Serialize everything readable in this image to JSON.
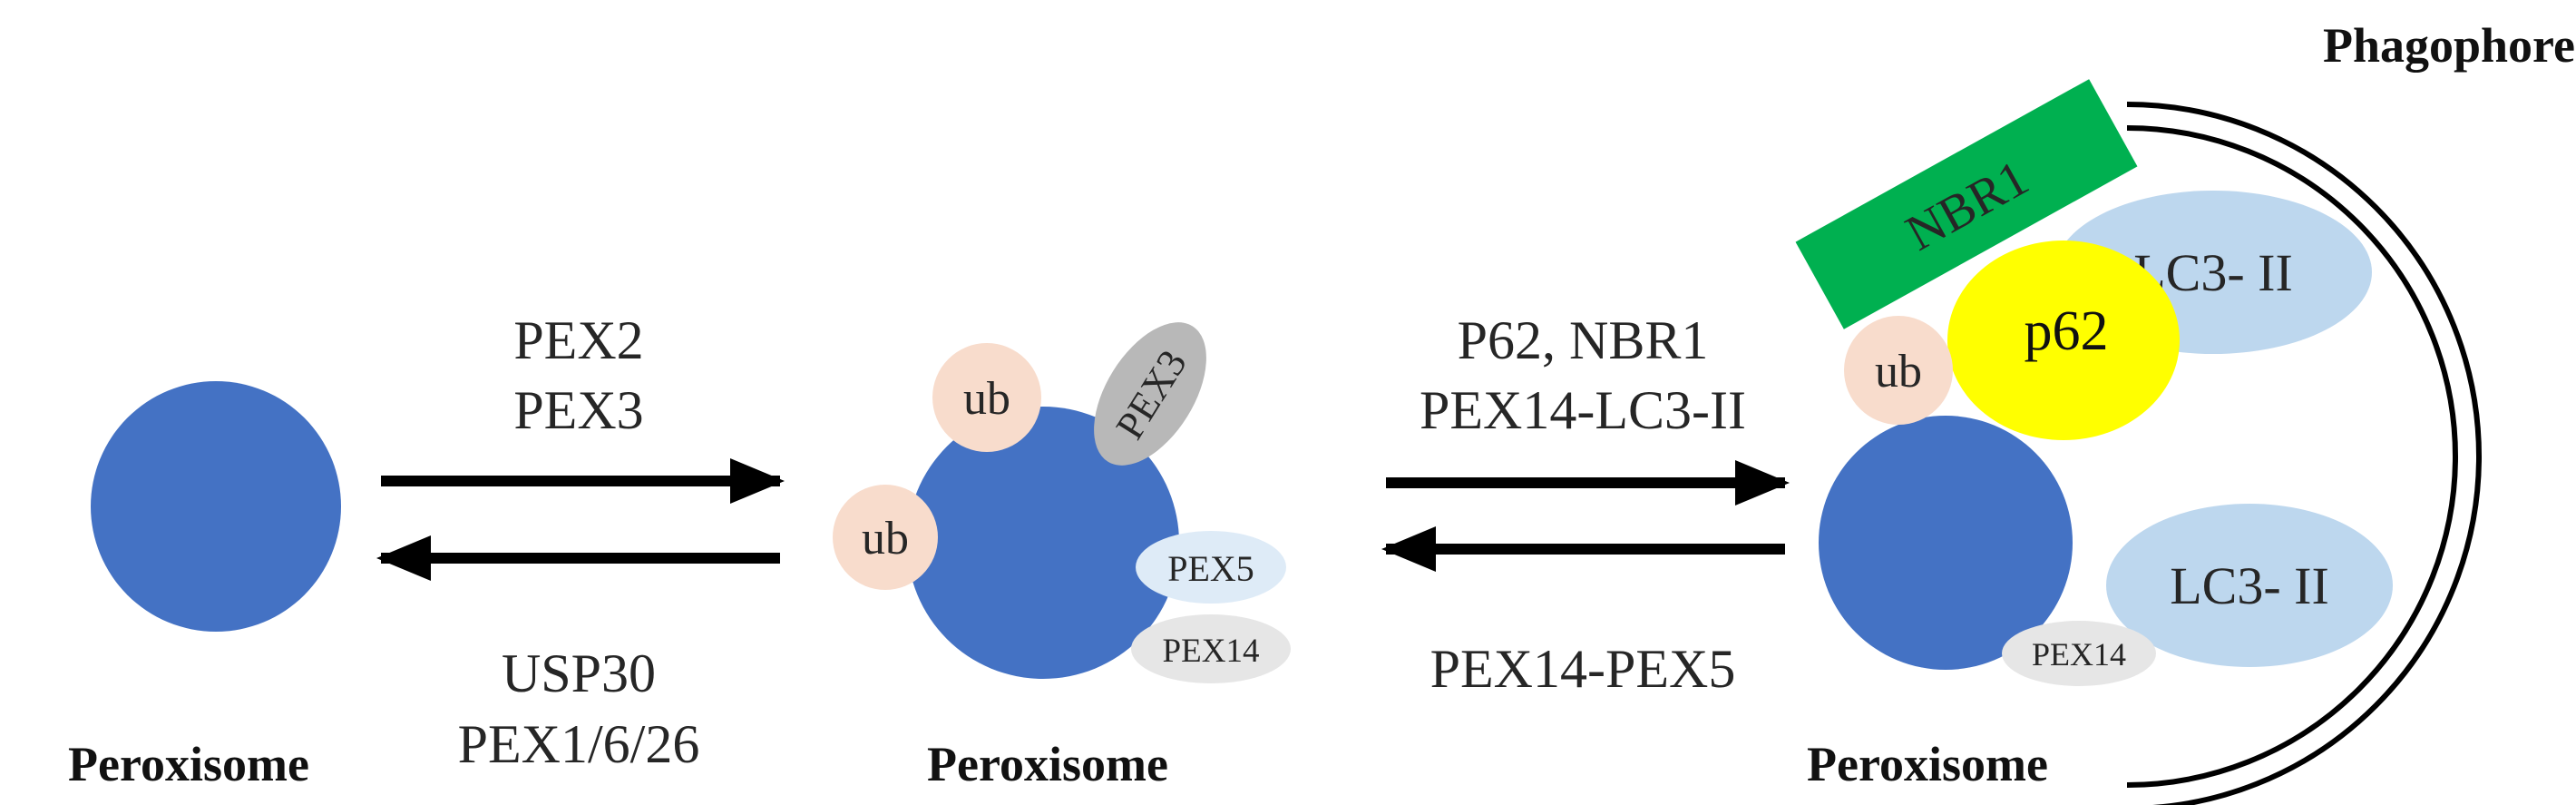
{
  "colors": {
    "peroxisome": "#4472c4",
    "ubiquitin": "#f8dccc",
    "pex3": "#b8b8b8",
    "pex5": "#deebf7",
    "pex14": "#e6e6e6",
    "lc3": "#bdd7ee",
    "p62": "#ffff00",
    "nbr1": "#00b050",
    "arrow": "#000000",
    "text": "#262626"
  },
  "stage1": {
    "caption": "Peroxisome"
  },
  "transition1": {
    "forward_lines": [
      "PEX2",
      "PEX3"
    ],
    "reverse_lines": [
      "USP30",
      "PEX1/6/26"
    ]
  },
  "stage2": {
    "caption": "Peroxisome",
    "ub_label": "ub",
    "pex3_label": "PEX3",
    "pex5_label": "PEX5",
    "pex14_label": "PEX14"
  },
  "transition2": {
    "forward_lines": [
      "P62, NBR1",
      "PEX14-LC3-II"
    ],
    "reverse_lines": [
      "PEX14-PEX5"
    ]
  },
  "stage3": {
    "caption": "Peroxisome",
    "phagophore_label": "Phagophore",
    "nbr1_label": "NBR1",
    "lc3_top_label": "LC3- II",
    "lc3_bottom_label": "LC3- II",
    "p62_label": "p62",
    "ub_label": "ub",
    "pex14_label": "PEX14"
  }
}
